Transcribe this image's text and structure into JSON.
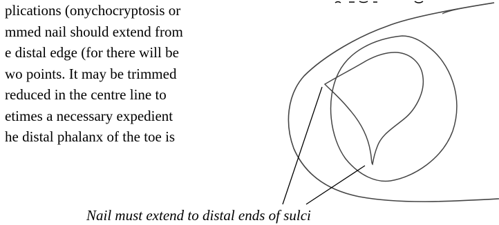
{
  "document": {
    "text_lines": [
      "",
      "plications (onychocryptosis or",
      "mmed nail should extend from",
      "e distal edge (for there will be",
      "wo points. It may be trimmed",
      "reduced in the centre line to",
      "etimes a necessary expedient",
      "he distal phalanx of the toe is"
    ],
    "figure_caption": "Nail must extend to distal ends of sulci"
  }
}
